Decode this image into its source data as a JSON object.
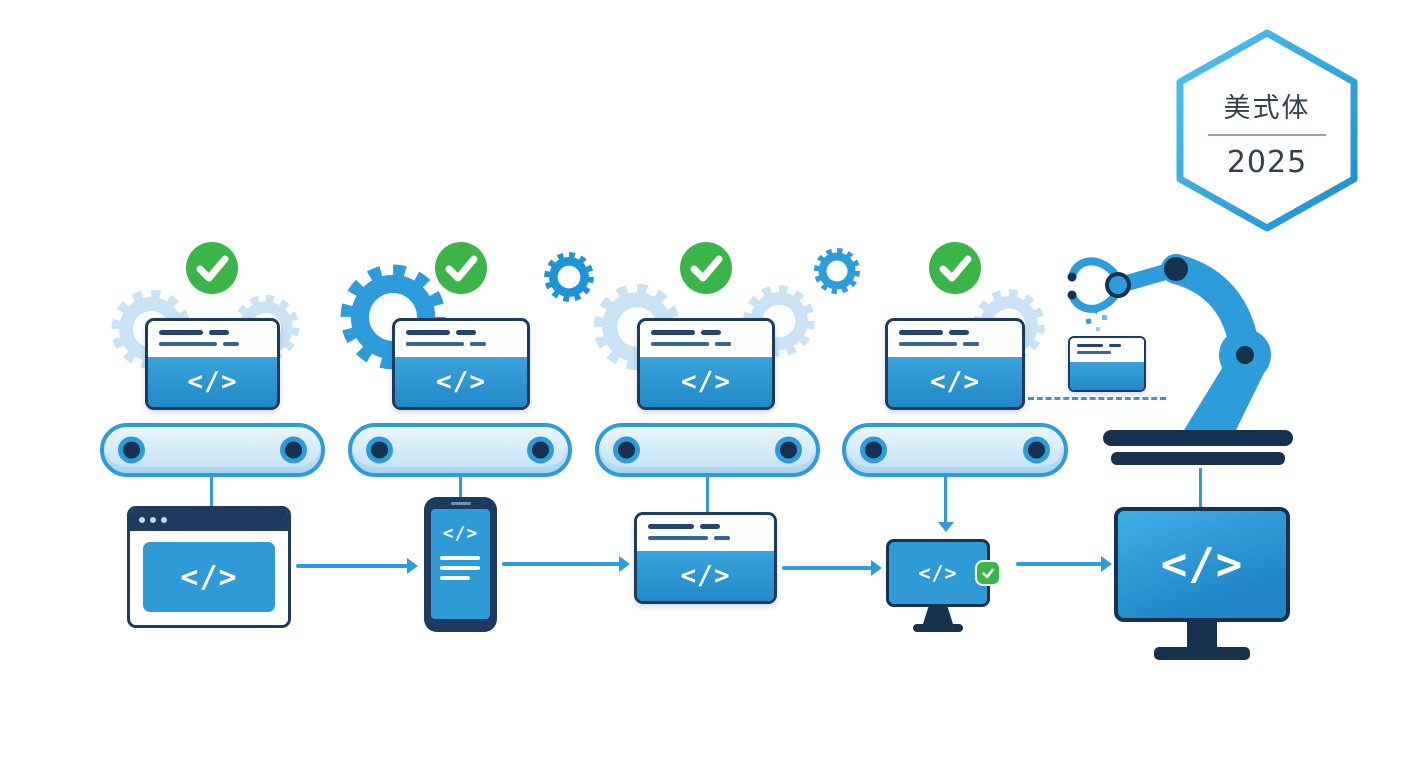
{
  "badge": {
    "title": "美式体",
    "year": "2025"
  },
  "glyphs": {
    "code": "</>"
  },
  "colors": {
    "accent_blue": "#2D9CDB",
    "navy": "#1E3A5F",
    "pale_blue": "#C9E3F5",
    "belt_fill": "#CFE8F9",
    "success_green": "#3BB54A",
    "background": "#FFFFFF"
  },
  "icons": {
    "check-icon": "✓",
    "gear-icon": "⚙",
    "robot-arm": "industrial robot arm placing code card",
    "conveyor-belt": "belt with two rollers"
  },
  "pipeline": {
    "stations": [
      {
        "id": 1,
        "status": "check"
      },
      {
        "id": 2,
        "status": "check"
      },
      {
        "id": 3,
        "status": "check"
      },
      {
        "id": 4,
        "status": "check"
      }
    ]
  },
  "devices": [
    "browser-window",
    "smartphone",
    "code-card",
    "monitor-with-check",
    "large-monitor"
  ]
}
